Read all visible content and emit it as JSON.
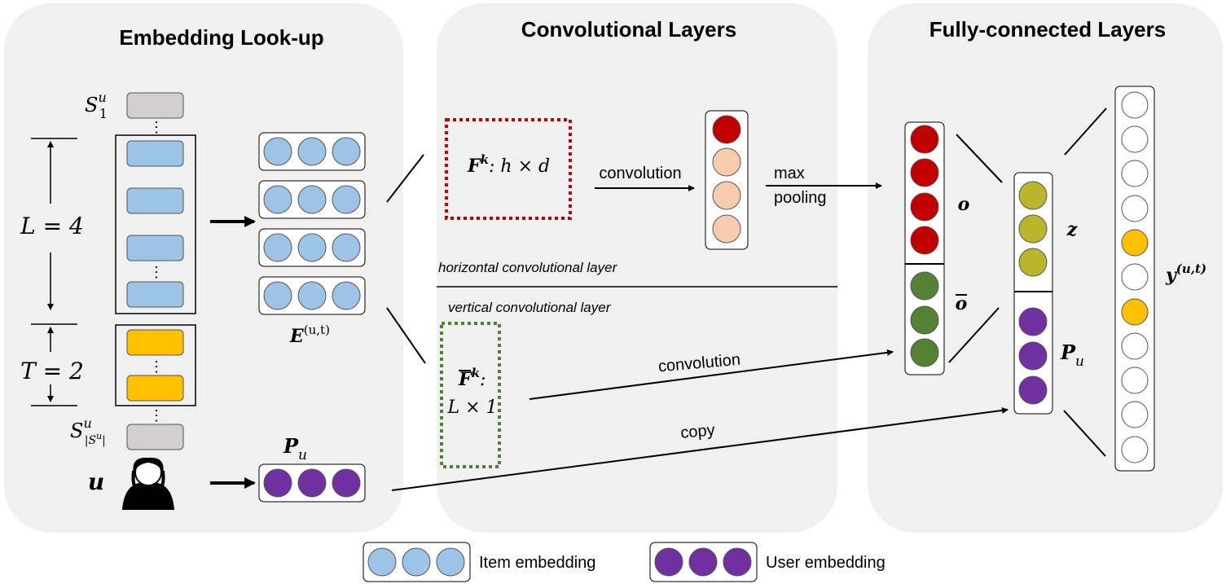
{
  "panels": {
    "embedding": {
      "title": "Embedding Look-up"
    },
    "convolution": {
      "title": "Convolutional Layers"
    },
    "fully_connected": {
      "title": "Fully-connected Layers"
    }
  },
  "embedding_lookup": {
    "first_item_label": "S",
    "first_item_sup": "u",
    "first_item_sub": "1",
    "last_item_label": "S",
    "last_item_sup": "u",
    "last_item_sub": "|S",
    "last_item_sub_sup": "u",
    "last_item_sub_end": "|",
    "L_label": "L = 4",
    "T_label": "T = 2",
    "user_label": "u",
    "matrix_label": "E",
    "matrix_sup": "(u,t)",
    "user_vec_label": "P",
    "user_vec_sub": "u"
  },
  "convolution": {
    "horizontal_filter": "F",
    "horizontal_filter_sup": "k",
    "horizontal_filter_dims": ": h × d",
    "horizontal_edge_label": "convolution",
    "max_pooling_label_1": "max",
    "max_pooling_label_2": "pooling",
    "horizontal_layer_label": "horizontal convolutional layer",
    "vertical_layer_label": "vertical convolutional layer",
    "vertical_filter": "F",
    "vertical_filter_sup": "k",
    "vertical_filter_colon": ":",
    "vertical_filter_dims": "L × 1",
    "vertical_edge_label": "convolution",
    "copy_label": "copy"
  },
  "fully_connected": {
    "o_label": "o",
    "o_tilde_label": "o",
    "z_label": "z",
    "pu_label": "P",
    "pu_sub": "u",
    "y_label": "y",
    "y_sup": "(u,t)"
  },
  "legend": {
    "item": "Item embedding",
    "user": "User embedding"
  },
  "colors": {
    "panel_bg": "#f0f0f0",
    "item_blue": "#9dc3e6",
    "user_purple": "#7030a0",
    "target_yellow": "#ffc000",
    "gray_item": "#d0cece",
    "red_dark": "#c00000",
    "red_light": "#f8cbad",
    "olive": "#bcb42a",
    "green": "#548235",
    "red_dash": "#c00000",
    "green_dash": "#548235"
  }
}
